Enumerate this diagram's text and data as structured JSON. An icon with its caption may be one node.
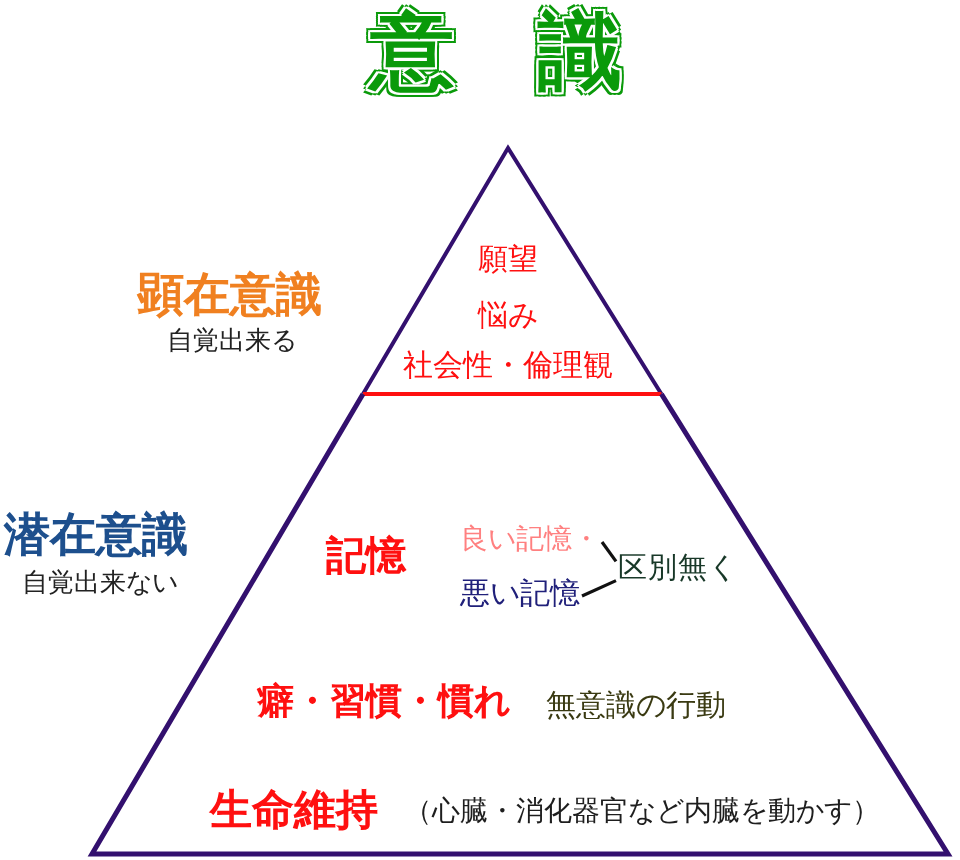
{
  "diagram": {
    "title": "意　識",
    "nodes": [
      {
        "text": [
          "願望",
          "悩み",
          "社会性・倫理観"
        ],
        "beside": [
          "顕在意識",
          "自覚出来る"
        ]
      },
      {
        "text": [
          "記憶",
          "癖・習慣・慣れ",
          "無意識の行動",
          "生命維持",
          "（心臓・消化器官など内臓を動かす）"
        ],
        "beside": [
          "潜在意識",
          "自覚出来ない"
        ]
      },
      {
        "text": [
          "良い記憶・"
        ],
        "in": 1
      },
      {
        "text": [
          "悪い記憶"
        ],
        "in": 1
      },
      {
        "text": [
          "区別無く"
        ],
        "in": 1
      }
    ],
    "edges": [
      {
        "from": 2,
        "to": 4,
        "arrow": "none"
      },
      {
        "from": 3,
        "to": 4,
        "arrow": "none"
      }
    ]
  }
}
